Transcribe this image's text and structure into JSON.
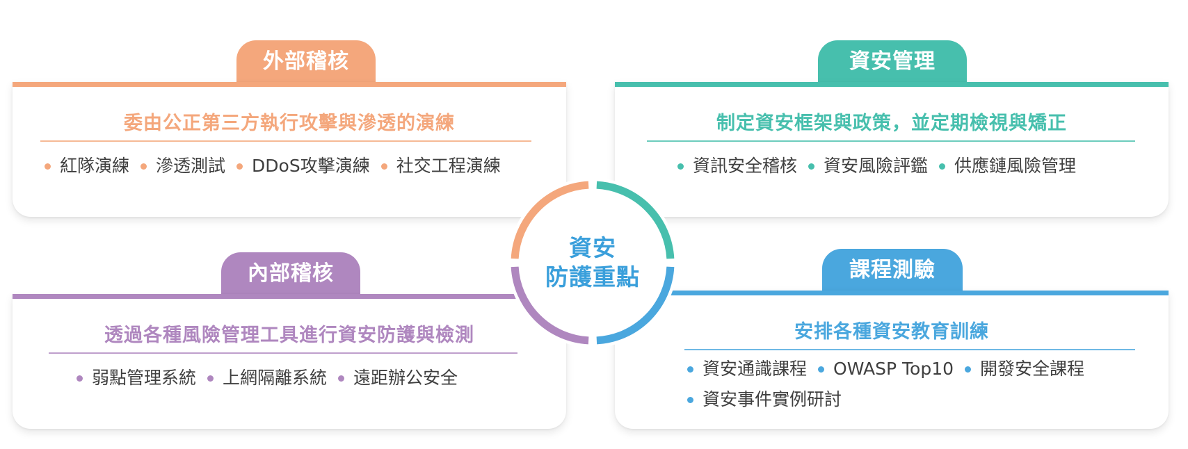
{
  "center": {
    "line1": "資安",
    "line2": "防護重點",
    "text_color": "#3a9fdb"
  },
  "ring_colors": {
    "top_left": "#f4a77c",
    "top_right": "#47bfad",
    "bottom_left": "#af87bf",
    "bottom_right": "#4aa7de"
  },
  "cards": {
    "external_audit": {
      "tab_label": "外部稽核",
      "title": "委由公正第三方執行攻擊與滲透的演練",
      "color": "#f4a77c",
      "items": [
        "紅隊演練",
        "滲透測試",
        "DDoS攻擊演練",
        "社交工程演練"
      ]
    },
    "security_management": {
      "tab_label": "資安管理",
      "title": "制定資安框架與政策，並定期檢視與矯正",
      "color": "#47bfad",
      "items": [
        "資訊安全稽核",
        "資安風險評鑑",
        "供應鏈風險管理"
      ]
    },
    "internal_audit": {
      "tab_label": "內部稽核",
      "title": "透過各種風險管理工具進行資安防護與檢測",
      "color": "#af87bf",
      "items": [
        "弱點管理系統",
        "上網隔離系統",
        "遠距辦公安全"
      ]
    },
    "course_testing": {
      "tab_label": "課程測驗",
      "title": "安排各種資安教育訓練",
      "color": "#4aa7de",
      "items": [
        "資安通識課程",
        "OWASP Top10",
        "開發安全課程",
        "資安事件實例研討"
      ]
    }
  }
}
